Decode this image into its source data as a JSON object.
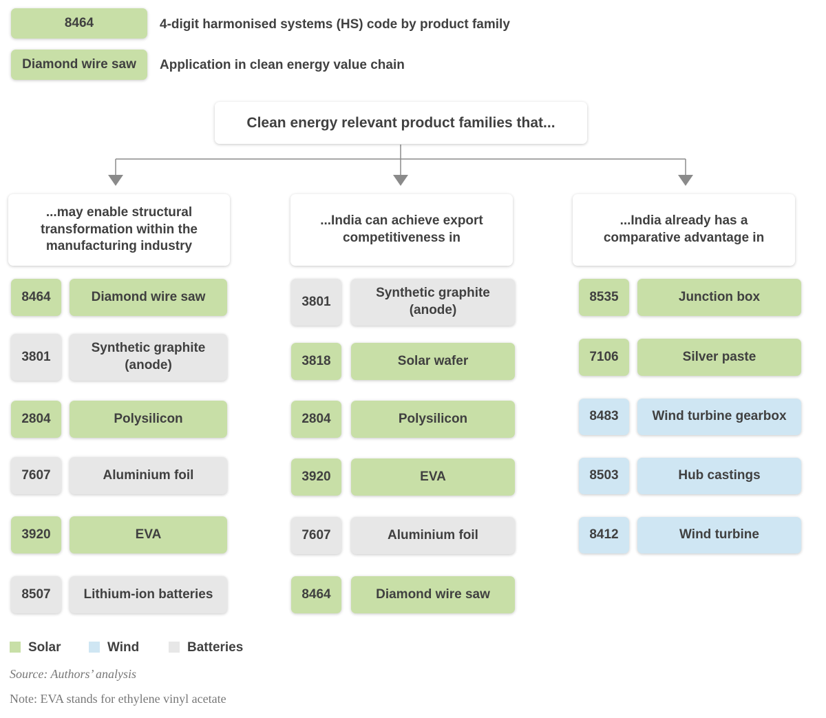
{
  "key": [
    {
      "sample": "8464",
      "description": "4-digit harmonised systems (HS) code by product family",
      "color": "solar"
    },
    {
      "sample": "Diamond wire saw",
      "description": "Application in clean energy value chain",
      "color": "solar"
    }
  ],
  "root_label": "Clean energy relevant product families that...",
  "columns": [
    {
      "label": "...may enable structural transformation within the manufacturing industry",
      "items": [
        {
          "code": "8464",
          "name": "Diamond wire saw",
          "category": "solar"
        },
        {
          "code": "3801",
          "name": "Synthetic graphite (anode)",
          "category": "batteries"
        },
        {
          "code": "2804",
          "name": "Polysilicon",
          "category": "solar"
        },
        {
          "code": "7607",
          "name": "Aluminium foil",
          "category": "batteries"
        },
        {
          "code": "3920",
          "name": "EVA",
          "category": "solar"
        },
        {
          "code": "8507",
          "name": "Lithium-ion batteries",
          "category": "batteries"
        }
      ]
    },
    {
      "label": "...India can achieve export competitiveness in",
      "items": [
        {
          "code": "3801",
          "name": "Synthetic graphite (anode)",
          "category": "batteries"
        },
        {
          "code": "3818",
          "name": "Solar wafer",
          "category": "solar"
        },
        {
          "code": "2804",
          "name": "Polysilicon",
          "category": "solar"
        },
        {
          "code": "3920",
          "name": "EVA",
          "category": "solar"
        },
        {
          "code": "7607",
          "name": "Aluminium foil",
          "category": "batteries"
        },
        {
          "code": "8464",
          "name": "Diamond wire saw",
          "category": "solar"
        }
      ]
    },
    {
      "label": "...India already has a comparative advantage in",
      "items": [
        {
          "code": "8535",
          "name": "Junction box",
          "category": "solar"
        },
        {
          "code": "7106",
          "name": "Silver paste",
          "category": "solar"
        },
        {
          "code": "8483",
          "name": "Wind turbine gearbox",
          "category": "wind"
        },
        {
          "code": "8503",
          "name": "Hub castings",
          "category": "wind"
        },
        {
          "code": "8412",
          "name": "Wind turbine",
          "category": "wind"
        }
      ]
    }
  ],
  "legend": [
    {
      "label": "Solar",
      "color": "#c8dfa7"
    },
    {
      "label": "Wind",
      "color": "#cfe6f3"
    },
    {
      "label": "Batteries",
      "color": "#e7e7e7"
    }
  ],
  "source": "Source: Authors’ analysis",
  "note": "Note: EVA stands for ethylene vinyl acetate"
}
